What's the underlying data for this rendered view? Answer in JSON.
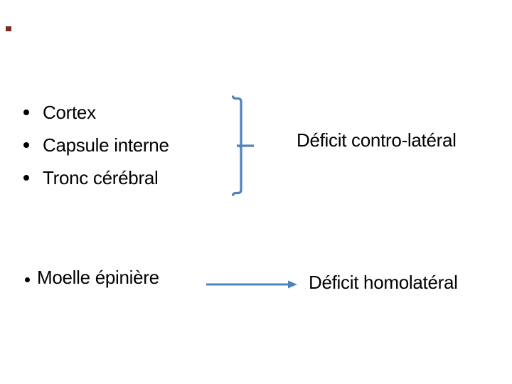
{
  "colors": {
    "background": "#ffffff",
    "text": "#000000",
    "accent": "#4f81bd",
    "corner_marker": "#7e2a20"
  },
  "icons": {
    "bullet": "filled-circle",
    "brace": "right-square-brace",
    "arrow": "right-arrow"
  },
  "brain_lesion_list": [
    "Cortex",
    "Capsule interne",
    "Tronc cérébral"
  ],
  "spinal_item": "Moelle épinière",
  "contralateral_label": "Déficit contro-latéral",
  "homolateral_label": "Déficit homolatéral"
}
